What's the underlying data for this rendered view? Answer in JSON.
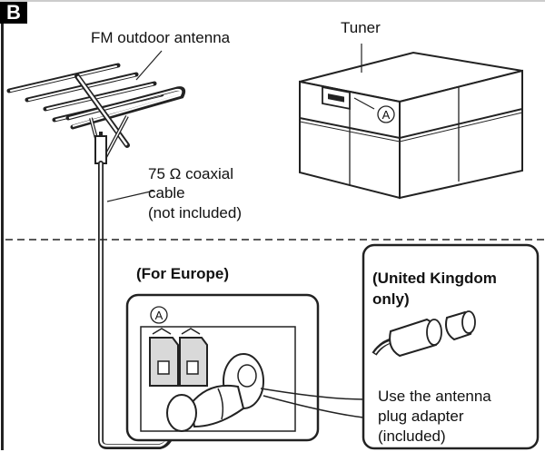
{
  "section_badge": "B",
  "labels": {
    "fm_antenna": "FM outdoor antenna",
    "tuner": "Tuner",
    "cable_line1": "75 Ω coaxial",
    "cable_line2": "cable",
    "cable_line3": "(not included)",
    "for_europe": "(For Europe)",
    "uk_line1": "(United Kingdom",
    "uk_line2": "only)",
    "adapter_line1": "Use the antenna",
    "adapter_line2": "plug adapter",
    "adapter_line3": "(included)",
    "marker_a_top": "A",
    "marker_a_bottom": "A"
  }
}
